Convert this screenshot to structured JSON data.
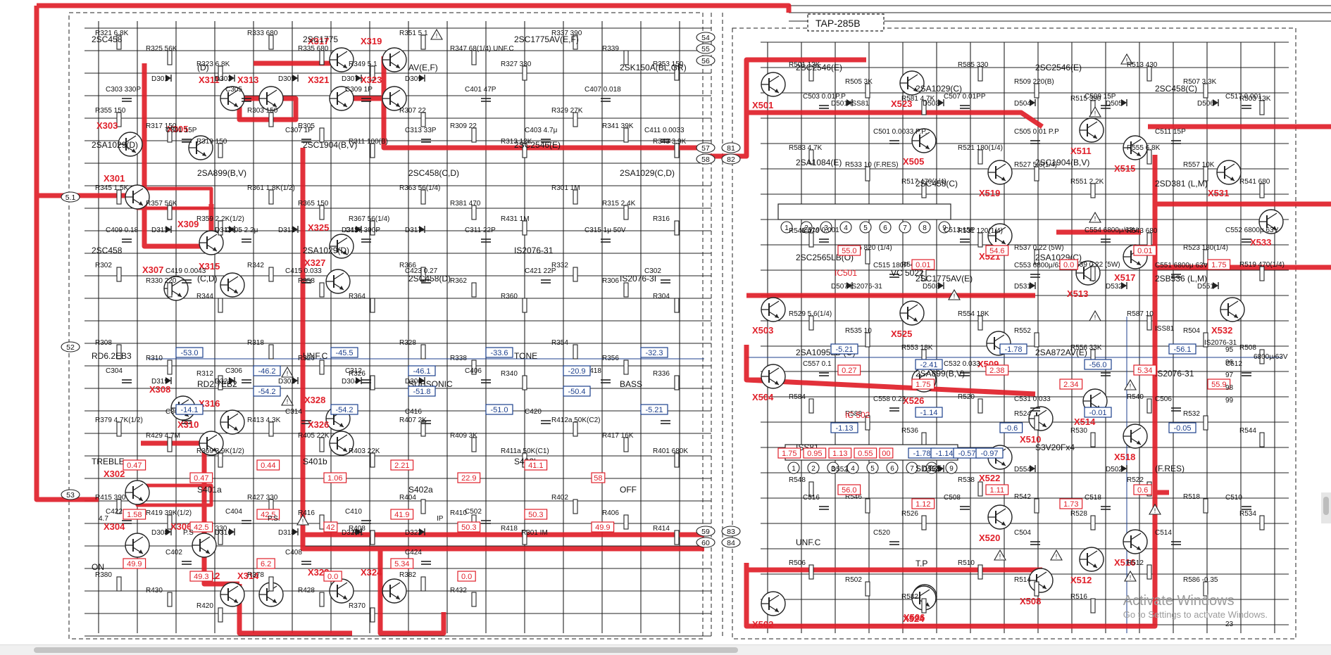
{
  "title": "TAP-285B",
  "watermark": {
    "line1": "Activate Windows",
    "line2": "Go to Settings to activate Windows."
  },
  "colors": {
    "highlight": "#e0202a",
    "wire": "#222222",
    "voltage_box": "#1c3f8c",
    "background": "#ffffff"
  },
  "connectors": [
    "54",
    "55",
    "56",
    "57",
    "58",
    "81",
    "82",
    "59",
    "60",
    "83",
    "84",
    "52",
    "5.1",
    "53"
  ],
  "ic_labels": [
    "IC501",
    "VC 5022",
    "IC 502"
  ],
  "ic501_pins": [
    "1",
    "2",
    "3",
    "4",
    "5",
    "6",
    "7",
    "8",
    "9"
  ],
  "ic502_pins": [
    "1",
    "2",
    "3",
    "4",
    "5",
    "6",
    "7",
    "8",
    "9"
  ],
  "ic502_pin_values_red": [
    "1.75",
    "0.95",
    "1.13",
    "0.55",
    "00"
  ],
  "ic502_pin_values_blue": [
    "-1.78",
    "-1.14",
    "-0.57",
    "-0.97"
  ],
  "left_section": {
    "transistors": [
      "X301",
      "X302",
      "X303",
      "X304",
      "X305",
      "X306",
      "X307",
      "X308",
      "X309",
      "X310",
      "X311",
      "X312",
      "X313",
      "X314",
      "X315",
      "X316",
      "X317",
      "X319",
      "X321",
      "X322",
      "X323",
      "X324",
      "X325",
      "X326",
      "X327",
      "X328"
    ],
    "part_numbers": [
      "2SC458",
      "(D)",
      "2SC1775",
      "AV(E,F)",
      "2SC1775AV(E,F)",
      "2SK150A(BL,GR)",
      "2SA1029(D)",
      "2SA899(B,V)",
      "2SC1904(B,V)",
      "2SC458(C,D)",
      "2SC2546(E)",
      "2SA1029(C,D)",
      "2SC458",
      "(C,D)",
      "2SA1029(D)",
      "2SC458(D)",
      "IS2076-31",
      "IS2076-3I",
      "RD6.2EB3",
      "RD2.7EB2",
      "UNF.C",
      "SUBSONIC",
      "TONE",
      "BASS",
      "TREBLE",
      "S401a",
      "S401b",
      "S402a",
      "S402b",
      "OFF",
      "ON"
    ],
    "resistors": [
      "R321 6.8K",
      "R325 56K",
      "R323 6.8K",
      "R333 680",
      "R335 680",
      "R349 5.1",
      "R351 5.1",
      "R347 68(1/4) UNF.C",
      "R327 330",
      "R337 390",
      "R339",
      "R353 150",
      "R355 150",
      "R317 150",
      "R319 150",
      "R303 150",
      "R305",
      "R311 100(B)",
      "R307 22",
      "R309 22",
      "R313 12K",
      "R329 27K",
      "R341 39K",
      "R343 3.9K",
      "R345 1.5K",
      "R357 56K",
      "R359 2.2K(1/2)",
      "R361 1.8K(1/2)",
      "R365 150",
      "R367 56(1/4)",
      "R363 56(1/4)",
      "R381 470",
      "R431 1M",
      "R301 1M",
      "R315 2.4K",
      "R316",
      "R302",
      "R330 220",
      "R344",
      "R342",
      "R358",
      "R364",
      "R366",
      "R362",
      "R360",
      "R332",
      "R306",
      "R304",
      "R308",
      "R310",
      "R312",
      "R318",
      "R320",
      "R326",
      "R328",
      "R338",
      "R340",
      "R354",
      "R356",
      "R336",
      "R379 4.7K(1/2)",
      "R429 4.7M",
      "R369 3.9K(1/2)",
      "R413 4.3K",
      "R405 22K",
      "R403 22K",
      "R407 2K",
      "R409 3K",
      "R411a 50K(C1)",
      "R412a 50K(C2)",
      "R417 16K",
      "R401 680K",
      "R415 390",
      "R419 39K(1/2)",
      "R377 330",
      "R427 330",
      "R416",
      "R408",
      "R404",
      "R410",
      "R418",
      "R402",
      "R406",
      "R414",
      "R380",
      "R430",
      "R420",
      "R378",
      "R428",
      "R370",
      "R382",
      "R432"
    ],
    "capacitors": [
      "C303 330P",
      "C301 15P",
      "C305",
      "C307 1P",
      "C309 1P",
      "C313 33P",
      "C401 47P",
      "C403 4.7μ",
      "C407 0.018",
      "C411 0.0033",
      "C409 0.18",
      "C419 0.0043",
      "C405 2.2μ",
      "C415 0.033",
      "C417 390P",
      "C423 0.27",
      "C311 22P",
      "C421 22P",
      "C315 1μ 50V",
      "C302",
      "C304",
      "C308",
      "C306",
      "C314",
      "C312",
      "C416",
      "C406",
      "C420",
      "C418",
      "C412",
      "C422",
      "C402",
      "C404",
      "C408",
      "C410",
      "C424",
      "C502"
    ],
    "diodes": [
      "D301",
      "D303",
      "D305",
      "D307",
      "D309",
      "D311",
      "D313",
      "D312",
      "D315",
      "D317",
      "D319",
      "D321",
      "D302",
      "D304",
      "D306",
      "D308",
      "D316",
      "D318",
      "D320",
      "D322"
    ],
    "voltages_red": [
      "0.47",
      "0.47",
      "0.44",
      "1.06",
      "2.21",
      "22.9",
      "41.1",
      "58",
      "1.58",
      "42.5",
      "42.5",
      "42",
      "41.9",
      "50.3",
      "50.3",
      "49.9",
      "49.9",
      "49.3",
      "6.2",
      "0.0",
      "5.34",
      "0.0"
    ],
    "voltages_blue": [
      "-53.0",
      "-46.2",
      "-45.5",
      "-46.1",
      "-33.6",
      "-20.9",
      "-32.3",
      "-14.1",
      "-54.2",
      "-54.2",
      "-51.8",
      "-51.0",
      "-50.4",
      "-5.21"
    ],
    "misc": [
      "4.7",
      "P.S",
      "P.S.",
      "P.P.",
      "IP",
      "R301 IM"
    ]
  },
  "right_section": {
    "transistors": [
      "X501",
      "X502",
      "X503",
      "X504",
      "X505",
      "X506",
      "X508",
      "X509",
      "X510",
      "X511",
      "X512",
      "X513",
      "X514",
      "X515",
      "X516",
      "X517",
      "X518",
      "X519",
      "X520",
      "X521",
      "X522",
      "X523",
      "X524",
      "X525",
      "X526",
      "X531",
      "X532",
      "X533"
    ],
    "part_numbers": [
      "2SC2546(E)",
      "2SA1029(C)",
      "2SC2546(E)",
      "2SC458(C)",
      "2SA1084(E)",
      "2SC458(C)",
      "2SC1904(B,V)",
      "2SD381 (L,M)",
      "2SC2565LB(O)",
      "2SC1775AV(E)",
      "2SA1029(C)",
      "2SB536 (L,M)",
      "2SA1095LB (O)",
      "2SA899(B,V)",
      "2SA872AV(E)",
      "IS2076-31",
      "ISS81",
      "SDT35",
      "S3V20Fx4",
      "(F.RES)",
      "UNF.C",
      "T.P"
    ],
    "resistors": [
      "R501 13K",
      "R505 3K",
      "R581 4.7K",
      "R585 330",
      "R509 220(B)",
      "R515 390",
      "R513 430",
      "R507 3.3K",
      "R503 13K",
      "R583 4.7K",
      "R533 10 (F.RES)",
      "R517 470(1/4)",
      "R521 180(1/4)",
      "R527 5.6(1/4)",
      "R551 2.2K",
      "R555 6.8K",
      "R557 10K",
      "R541 680",
      "R545 470",
      "R525 820 (1/4)",
      "R547 470",
      "R531 120(1/4)",
      "R537 0.22 (5W)",
      "R539 0.22 (5W)",
      "R543 680",
      "R523 180(1/4)",
      "R519 470(1/4)",
      "R529 5.6(1/4)",
      "R535 10",
      "R553 18K",
      "R554 18K",
      "R552",
      "R556 33K",
      "R587 10",
      "R504",
      "R508",
      "R584",
      "R588",
      "R536",
      "R520",
      "R524",
      "R530",
      "R540",
      "R532",
      "R544",
      "R548",
      "R546",
      "R526",
      "R538",
      "R542",
      "R528",
      "R522",
      "R518",
      "R534",
      "R506",
      "R502",
      "R582",
      "R510",
      "R514",
      "R516",
      "R512",
      "R586 -0.35"
    ],
    "capacitors": [
      "C503 0.01P.P",
      "C501 0.0033 P.P.",
      "C507 0.01PP",
      "C505 0.01 P.P",
      "C509 15P",
      "C511 15P",
      "C517 0.001",
      "C519 0.001",
      "C515 180P",
      "C513 15P",
      "C553 6800μ/63V",
      "C554 6800μ/63V",
      "C551 6800μ 63V",
      "C552 6800μ 63V",
      "C557 0.1",
      "C558 0.22",
      "C532 0.033",
      "C531 0.033",
      "C533",
      "C506",
      "C512",
      "C516",
      "C520",
      "C508",
      "C504",
      "C518",
      "C514",
      "C510"
    ],
    "diodes": [
      "D501 ISS81",
      "D503",
      "D504",
      "D505",
      "D506",
      "D507 IS2076-31",
      "D508",
      "D531",
      "D532",
      "D551",
      "D552",
      "D553",
      "D554",
      "D502"
    ],
    "voltages_red": [
      "55.0",
      "0.01",
      "54.6",
      "0.0",
      "0.01",
      "1.75",
      "0.27",
      "1.75",
      "2.38",
      "2.34",
      "5.34",
      "55.9",
      "56.0",
      "1.12",
      "1.11",
      "1.73",
      "0.6"
    ],
    "voltages_blue": [
      "-5.21",
      "-2.41",
      "-1.78",
      "-56.0",
      "-56.1",
      "-1.13",
      "-1.14",
      "-0.6",
      "-0.01",
      "-0.05"
    ],
    "connector_pins": [
      "95",
      "96",
      "97",
      "98",
      "99",
      "23"
    ],
    "misc": [
      "ISS81",
      "IS2076-31",
      "6800μ/63V"
    ]
  }
}
